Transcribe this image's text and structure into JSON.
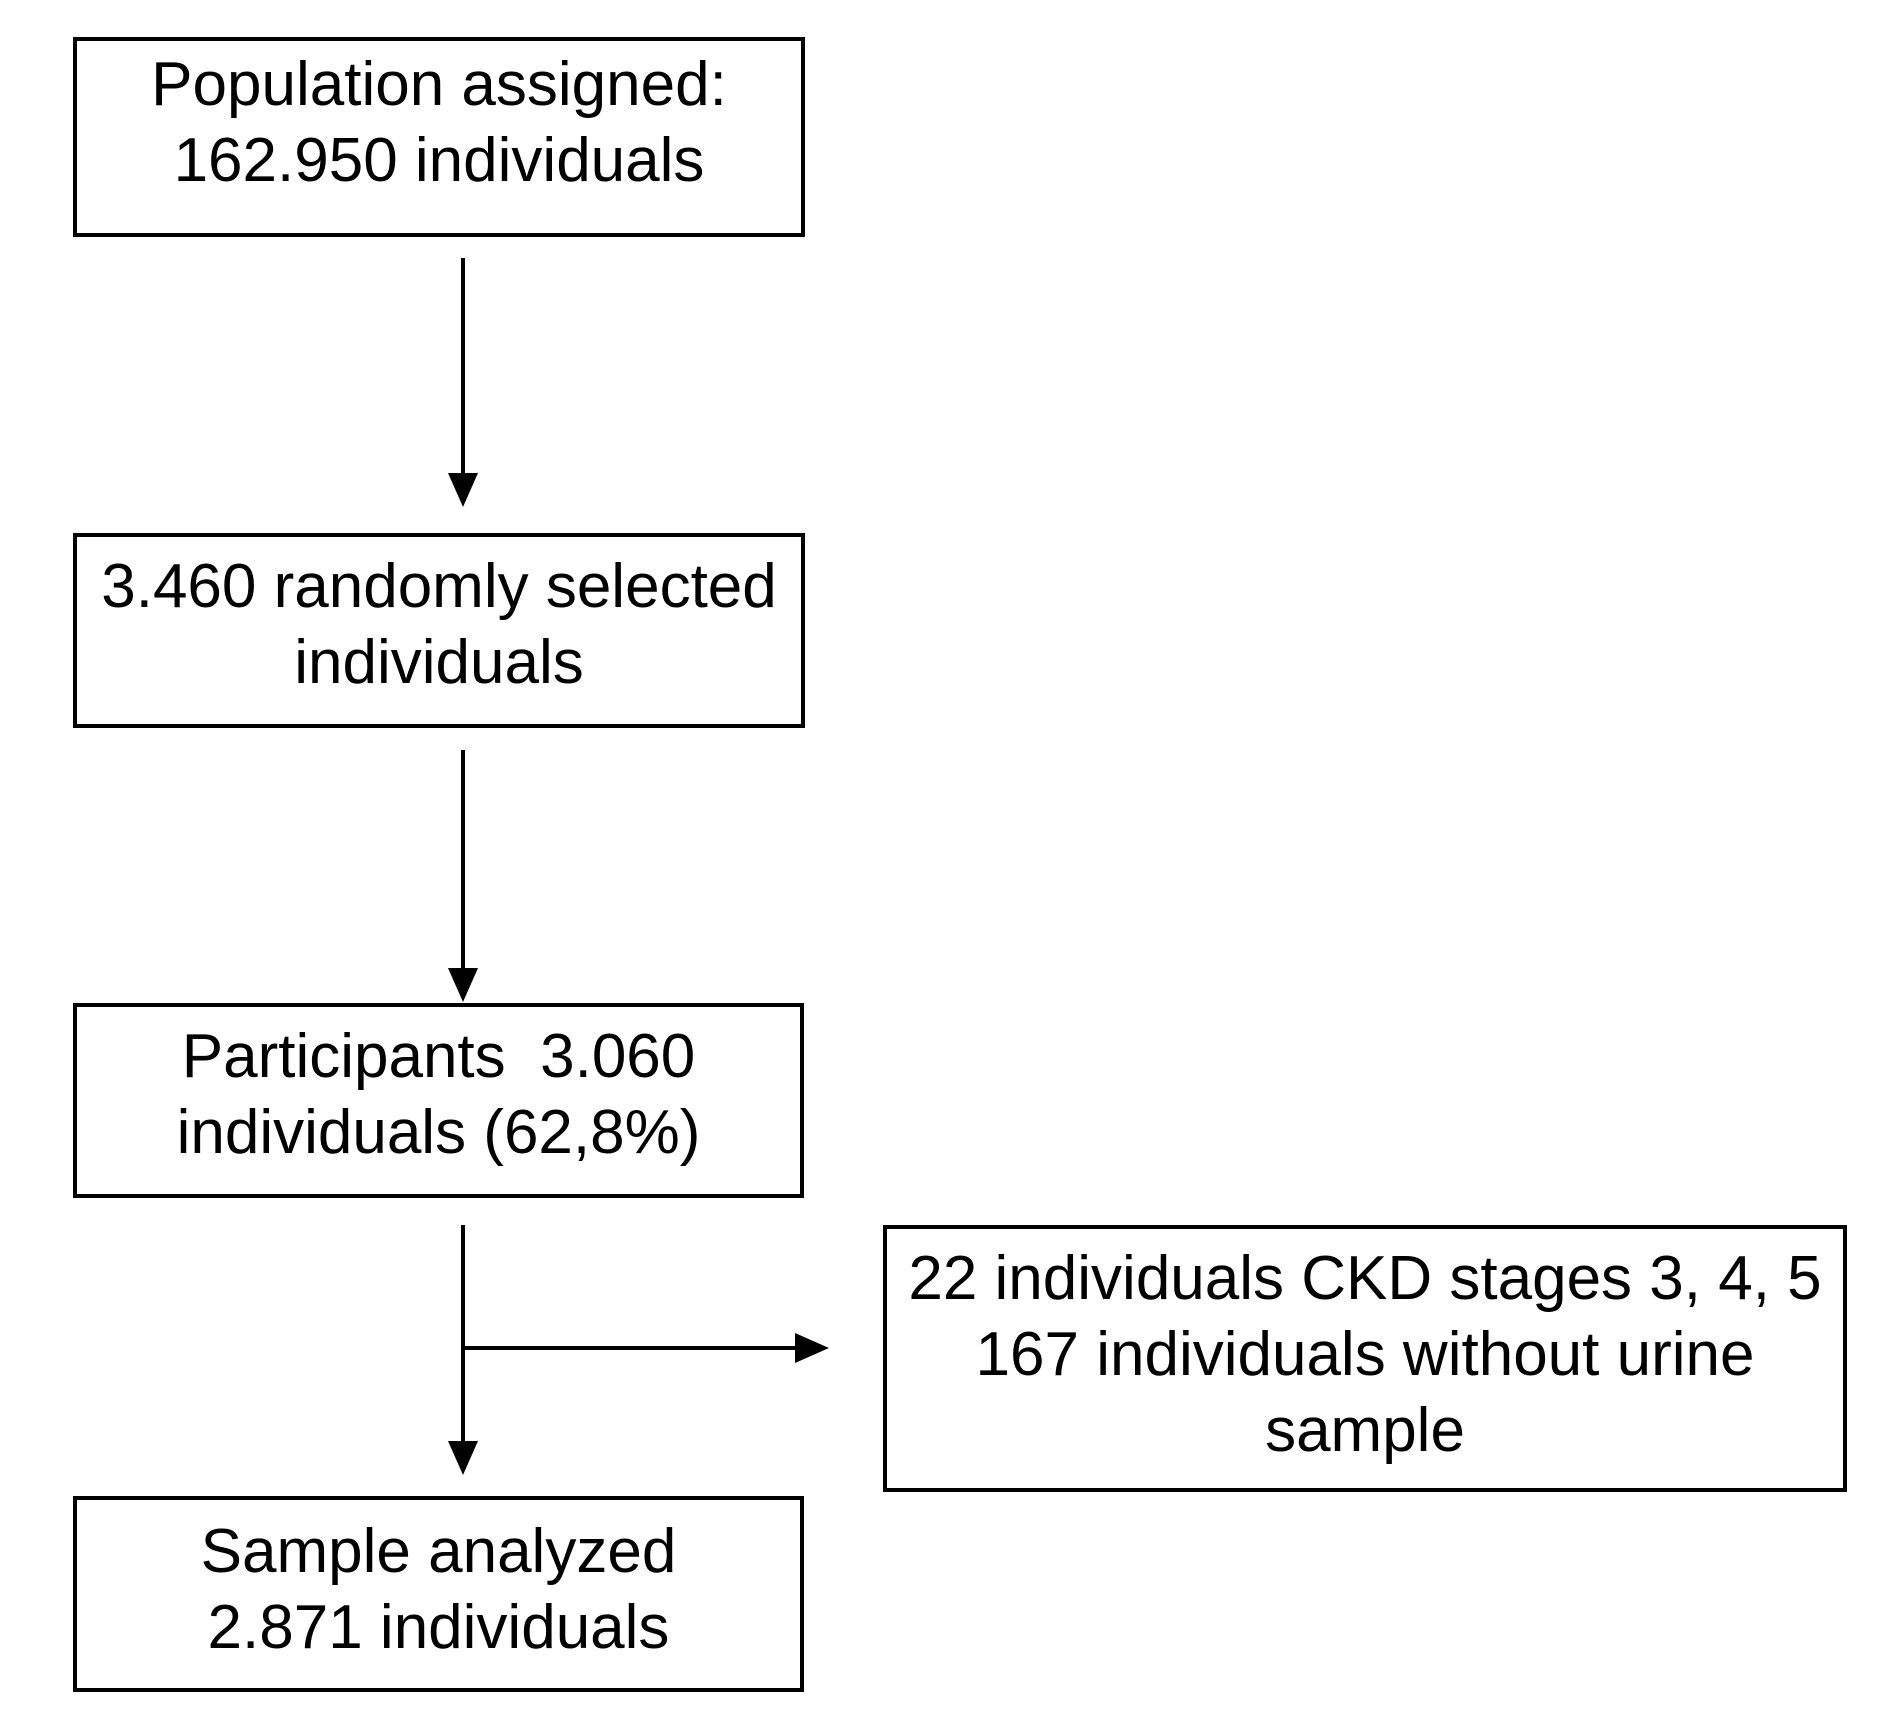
{
  "palette": {
    "background": "#ffffff",
    "line_color": "#000000",
    "text_color": "#000000"
  },
  "diagram": {
    "type": "flowchart",
    "nodes": [
      {
        "id": "population-assigned",
        "text": "Population assigned:\n162.950 individuals"
      },
      {
        "id": "randomly-selected",
        "text": "3.460 randomly selected\nindividuals"
      },
      {
        "id": "participants",
        "text": "Participants  3.060\nindividuals (62,8%)"
      },
      {
        "id": "excluded",
        "text": "22 individuals CKD stages 3, 4, 5\n167 individuals without urine\nsample"
      },
      {
        "id": "sample-analyzed",
        "text": "Sample analyzed\n2.871 individuals"
      }
    ],
    "edges": [
      {
        "from": "population-assigned",
        "to": "randomly-selected",
        "type": "straight-down"
      },
      {
        "from": "randomly-selected",
        "to": "participants",
        "type": "straight-down"
      },
      {
        "from": "participants",
        "to": "sample-analyzed",
        "type": "straight-down"
      },
      {
        "from": "participants",
        "to": "excluded",
        "type": "branch-right"
      }
    ]
  }
}
